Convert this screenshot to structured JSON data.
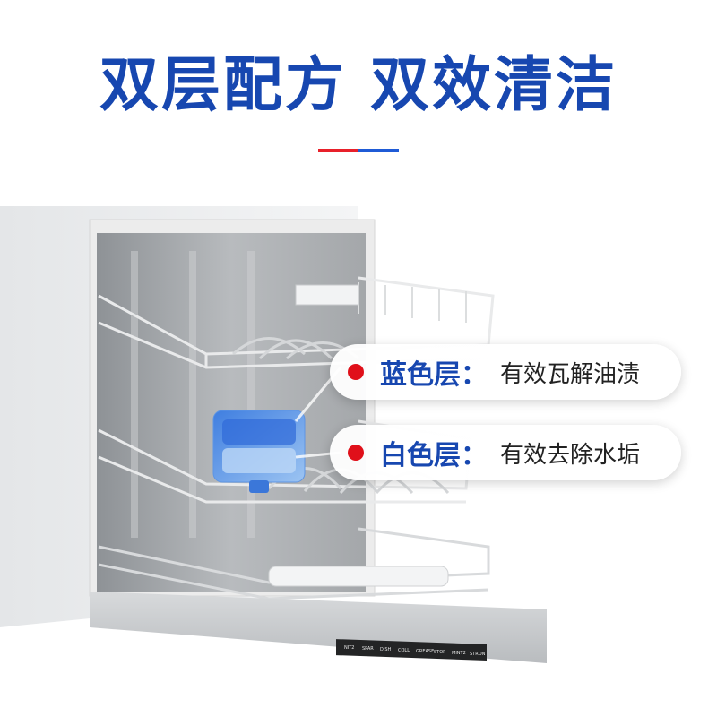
{
  "headline": "双层配方 双效清洁",
  "colors": {
    "headline": "#1747b0",
    "accent_red": "#e8202a",
    "accent_blue": "#1f5bd6",
    "dot": "#e0101a"
  },
  "callouts": [
    {
      "label": "蓝色层：",
      "description": "有效瓦解油渍"
    },
    {
      "label": "白色层：",
      "description": "有效去除水垢"
    }
  ],
  "panel_buttons": [
    "NIT2",
    "SPAR",
    "DISH",
    "COLL",
    "GREASE",
    "STOP",
    "MINT2",
    "STRON"
  ]
}
